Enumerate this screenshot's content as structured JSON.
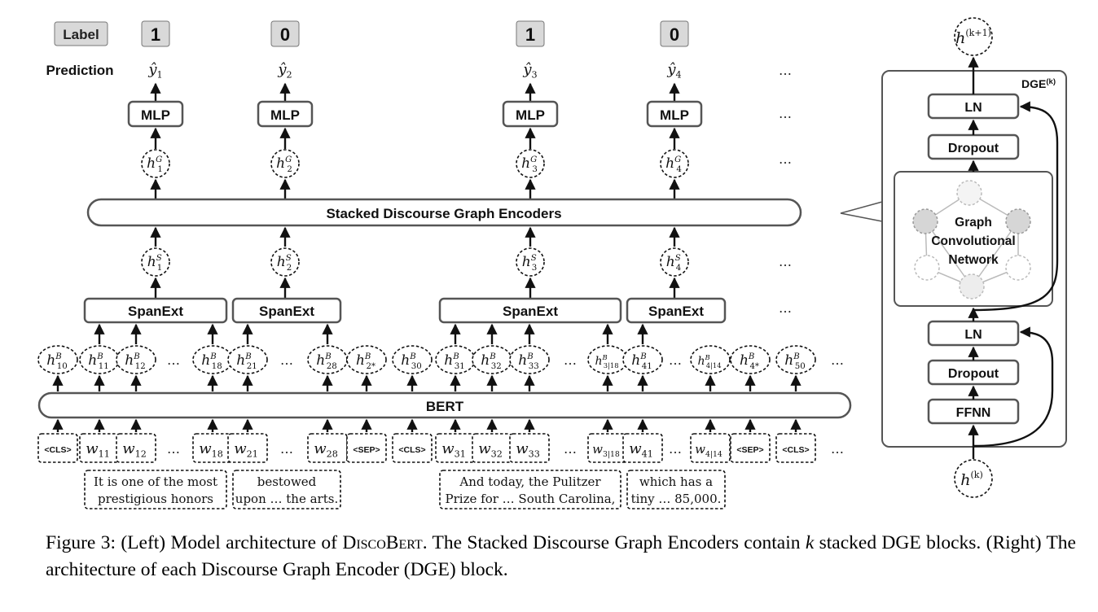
{
  "left": {
    "label_tag": "Label",
    "label_values": [
      "1",
      "0",
      "1",
      "0"
    ],
    "prediction_tag": "Prediction",
    "predictions": [
      {
        "base": "ŷ",
        "sub": "1"
      },
      {
        "base": "ŷ",
        "sub": "2"
      },
      {
        "base": "ŷ",
        "sub": "3"
      },
      {
        "base": "ŷ",
        "sub": "4"
      }
    ],
    "mlp_label": "MLP",
    "graph_states": [
      {
        "base": "h",
        "sub": "1",
        "sup": "G"
      },
      {
        "base": "h",
        "sub": "2",
        "sup": "G"
      },
      {
        "base": "h",
        "sub": "3",
        "sup": "G"
      },
      {
        "base": "h",
        "sub": "4",
        "sup": "G"
      }
    ],
    "encoder_label": "Stacked Discourse Graph Encoders",
    "span_states": [
      {
        "base": "h",
        "sub": "1",
        "sup": "S"
      },
      {
        "base": "h",
        "sub": "2",
        "sup": "S"
      },
      {
        "base": "h",
        "sub": "3",
        "sup": "S"
      },
      {
        "base": "h",
        "sub": "4",
        "sup": "S"
      }
    ],
    "spanext_label": "SpanExt",
    "bert_label": "BERT",
    "ellipsis": "…",
    "hidden_tokens": [
      {
        "base": "h",
        "sub": "10",
        "sup": "B"
      },
      {
        "base": "h",
        "sub": "11",
        "sup": "B"
      },
      {
        "base": "h",
        "sub": "12",
        "sup": "B"
      },
      {
        "base": "h",
        "sub": "18",
        "sup": "B"
      },
      {
        "base": "h",
        "sub": "21",
        "sup": "B"
      },
      {
        "base": "h",
        "sub": "28",
        "sup": "B"
      },
      {
        "base": "h",
        "sub": "2*",
        "sup": "B"
      },
      {
        "base": "h",
        "sub": "30",
        "sup": "B"
      },
      {
        "base": "h",
        "sub": "31",
        "sup": "B"
      },
      {
        "base": "h",
        "sub": "32",
        "sup": "B"
      },
      {
        "base": "h",
        "sub": "33",
        "sup": "B"
      },
      {
        "base": "h",
        "sub": "3|18",
        "sup": "B"
      },
      {
        "base": "h",
        "sub": "41",
        "sup": "B"
      },
      {
        "base": "h",
        "sub": "4|14",
        "sup": "B"
      },
      {
        "base": "h",
        "sub": "4*",
        "sup": "B"
      },
      {
        "base": "h",
        "sub": "50",
        "sup": "B"
      }
    ],
    "input_tokens": [
      {
        "text": "<CLS>"
      },
      {
        "base": "w",
        "sub": "11"
      },
      {
        "base": "w",
        "sub": "12"
      },
      {
        "base": "w",
        "sub": "18"
      },
      {
        "base": "w",
        "sub": "21"
      },
      {
        "base": "w",
        "sub": "28"
      },
      {
        "text": "<SEP>"
      },
      {
        "text": "<CLS>"
      },
      {
        "base": "w",
        "sub": "31"
      },
      {
        "base": "w",
        "sub": "32"
      },
      {
        "base": "w",
        "sub": "33"
      },
      {
        "base": "w",
        "sub": "3|18"
      },
      {
        "base": "w",
        "sub": "41"
      },
      {
        "base": "w",
        "sub": "4|14"
      },
      {
        "text": "<SEP>"
      },
      {
        "text": "<CLS>"
      }
    ],
    "text_spans": [
      {
        "line1": "It is one of the most",
        "line2": "prestigious honors"
      },
      {
        "line1": "bestowed",
        "line2": "upon … the arts."
      },
      {
        "line1": "And today, the Pulitzer",
        "line2": "Prize for … South Carolina,"
      },
      {
        "line1": "which has a",
        "line2": "tiny … 85,000."
      }
    ]
  },
  "right": {
    "block_title": "DGE",
    "block_title_sup": "(k)",
    "output_state": {
      "base": "h",
      "sup": "(k+1)"
    },
    "input_state": {
      "base": "h",
      "sup": "(k)"
    },
    "ln_label": "LN",
    "dropout_label": "Dropout",
    "gcn_label_lines": [
      "Graph",
      "Convolutional",
      "Network"
    ],
    "ffnn_label": "FFNN"
  },
  "caption": {
    "prefix": "Figure 3: (Left) Model architecture of ",
    "model_name": "DiscoBert",
    "suffix": ". The Stacked Discourse Graph Encoders contain ",
    "k": "k",
    "rest": " stacked DGE blocks. (Right) The architecture of each Discourse Graph Encoder (DGE) block."
  }
}
